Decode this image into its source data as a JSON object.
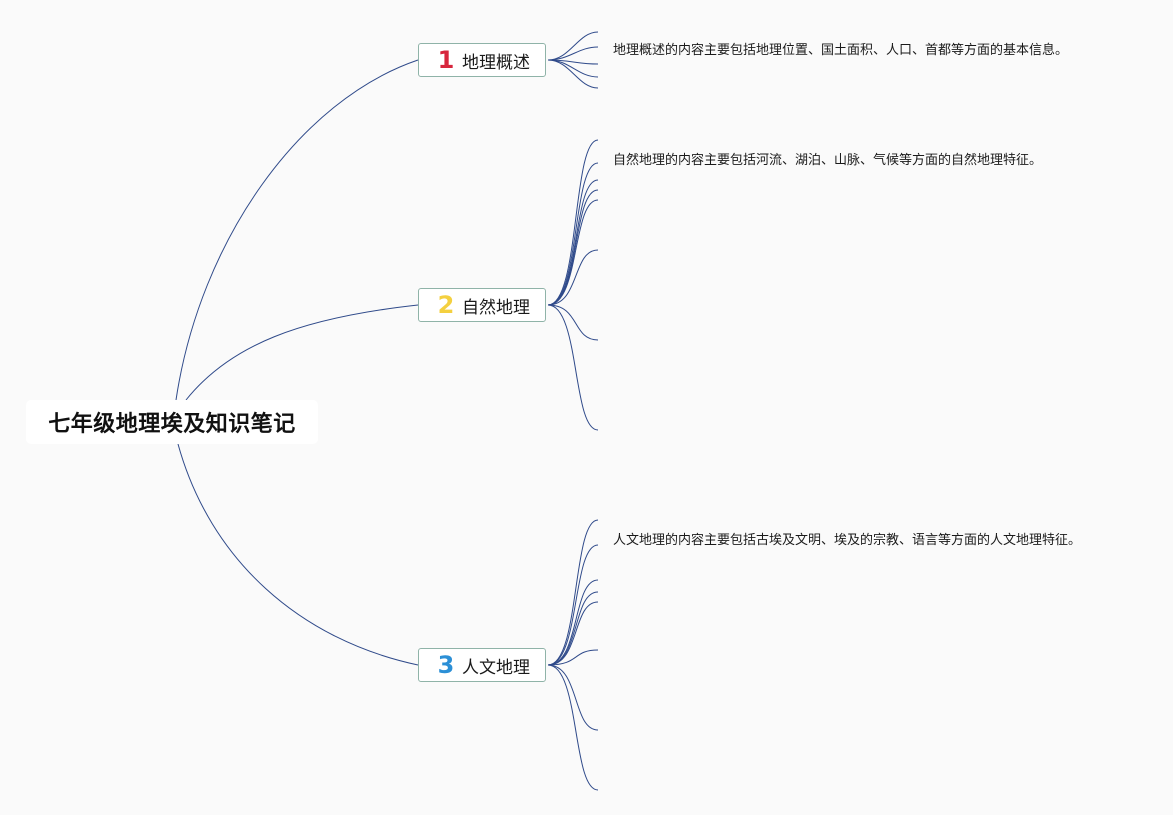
{
  "root": {
    "title": "七年级地理埃及知识笔记"
  },
  "branches": [
    {
      "number": "1",
      "label": "地理概述",
      "number_color": "#d7263d",
      "description": "地理概述的内容主要包括地理位置、国土面积、人口、首都等方面的基本信息。"
    },
    {
      "number": "2",
      "label": "自然地理",
      "number_color": "#f4d03f",
      "description": "自然地理的内容主要包括河流、湖泊、山脉、气候等方面的自然地理特征。"
    },
    {
      "number": "3",
      "label": "人文地理",
      "number_color": "#2b8fd6",
      "description": "人文地理的内容主要包括古埃及文明、埃及的宗教、语言等方面的人文地理特征。"
    }
  ],
  "colors": {
    "connector": "#2f4a8a",
    "node_border": "#8fb3a8",
    "background": "#fafafa"
  }
}
